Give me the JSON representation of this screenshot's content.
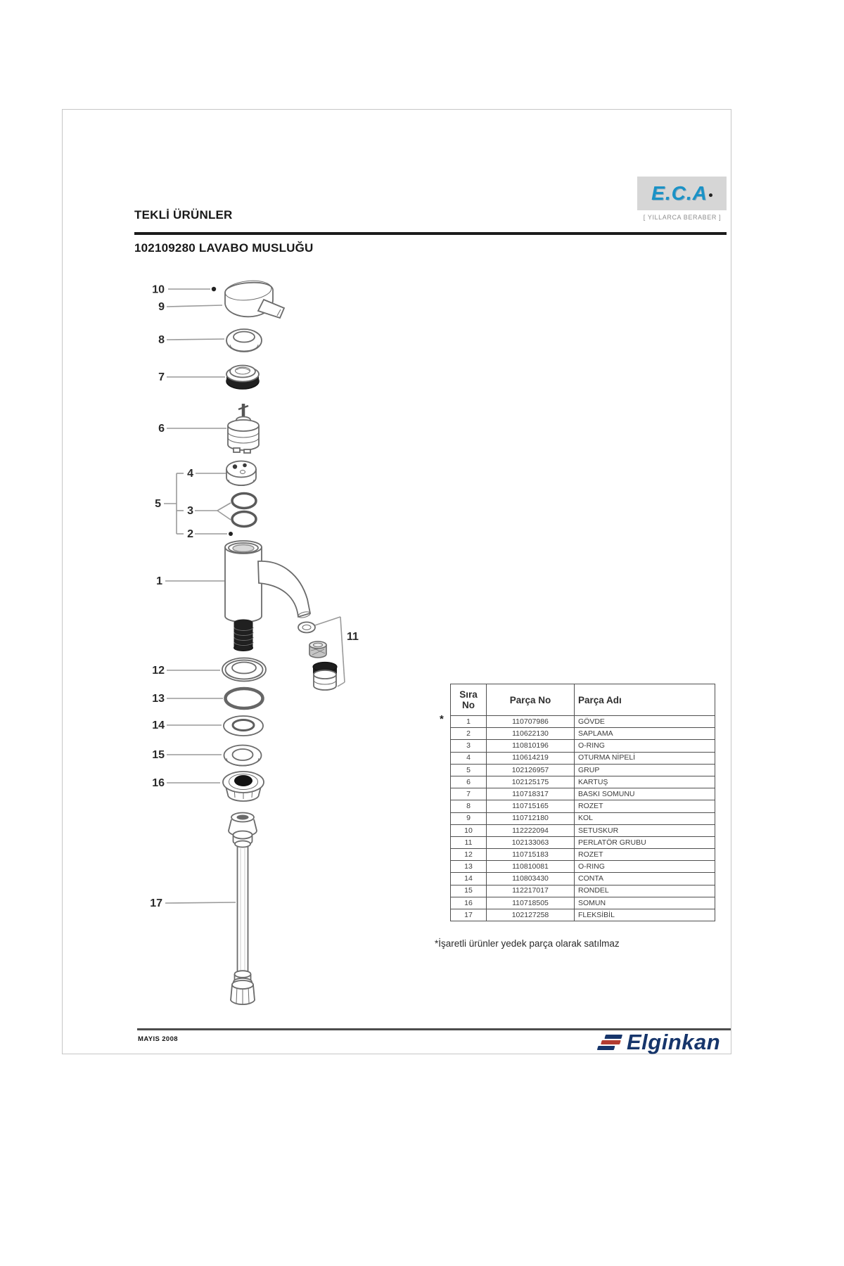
{
  "header": {
    "section_title": "TEKLİ ÜRÜNLER",
    "product_title": "102109280 LAVABO MUSLUĞU"
  },
  "brand": {
    "logo_text": "E.C.A",
    "slogan": "[ YILLARCA BERABER ]"
  },
  "diagram": {
    "callouts": [
      "1",
      "2",
      "3",
      "4",
      "5",
      "6",
      "7",
      "8",
      "9",
      "10",
      "11",
      "12",
      "13",
      "14",
      "15",
      "16",
      "17"
    ]
  },
  "table": {
    "headers": [
      "Sıra No",
      "Parça No",
      "Parça Adı"
    ],
    "row_marker": "*",
    "rows": [
      {
        "no": "1",
        "part_no": "110707986",
        "name": "GÖVDE"
      },
      {
        "no": "2",
        "part_no": "110622130",
        "name": "SAPLAMA"
      },
      {
        "no": "3",
        "part_no": "110810196",
        "name": "O-RING"
      },
      {
        "no": "4",
        "part_no": "110614219",
        "name": "OTURMA NİPELİ"
      },
      {
        "no": "5",
        "part_no": "102126957",
        "name": "GRUP"
      },
      {
        "no": "6",
        "part_no": "102125175",
        "name": "KARTUŞ"
      },
      {
        "no": "7",
        "part_no": "110718317",
        "name": "BASKI SOMUNU"
      },
      {
        "no": "8",
        "part_no": "110715165",
        "name": "ROZET"
      },
      {
        "no": "9",
        "part_no": "110712180",
        "name": "KOL"
      },
      {
        "no": "10",
        "part_no": "112222094",
        "name": "SETUSKUR"
      },
      {
        "no": "11",
        "part_no": "102133063",
        "name": "PERLATÖR GRUBU"
      },
      {
        "no": "12",
        "part_no": "110715183",
        "name": "ROZET"
      },
      {
        "no": "13",
        "part_no": "110810081",
        "name": "O-RING"
      },
      {
        "no": "14",
        "part_no": "110803430",
        "name": "CONTA"
      },
      {
        "no": "15",
        "part_no": "112217017",
        "name": "RONDEL"
      },
      {
        "no": "16",
        "part_no": "110718505",
        "name": "SOMUN"
      },
      {
        "no": "17",
        "part_no": "102127258",
        "name": "FLEKSİBİL"
      }
    ]
  },
  "notes": {
    "footnote": "*İşaretli ürünler yedek parça olarak satılmaz"
  },
  "footer": {
    "date": "MAYIS 2008",
    "logo_text": "Elginkan"
  },
  "colors": {
    "eca_blue": "#1a92c6",
    "elginkan_navy": "#16356b",
    "elginkan_red": "#b23c31"
  }
}
